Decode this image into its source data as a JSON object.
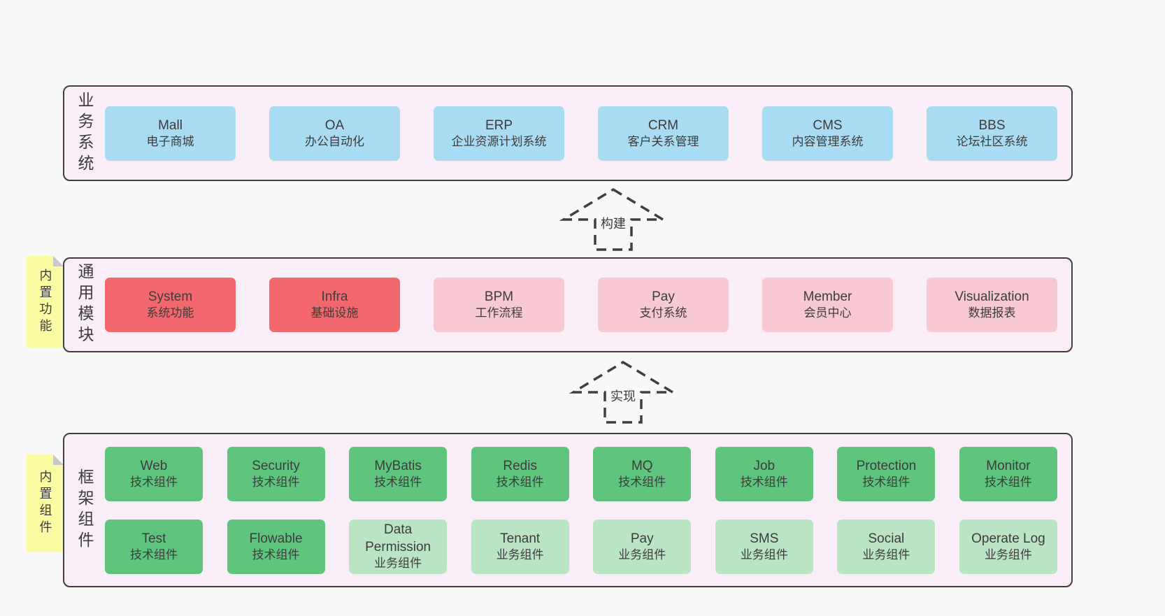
{
  "colors": {
    "page_bg": "#f8f8f8",
    "band_bg": "#f9eef7",
    "band_border": "#3f3f3f",
    "text": "#3c3c3c",
    "blue": "#a9dcf3",
    "red": "#f2686d",
    "pink": "#f9c9d3",
    "green": "#5fc57c",
    "lightgreen": "#bae5c5",
    "sticky_bg": "#fbfba3",
    "sticky_fold": "#c9c9c9"
  },
  "bands": [
    {
      "label": "业务系统",
      "sticky": null,
      "rows": [
        [
          {
            "title": "Mall",
            "subtitle": "电子商城",
            "color": "blue"
          },
          {
            "title": "OA",
            "subtitle": "办公自动化",
            "color": "blue"
          },
          {
            "title": "ERP",
            "subtitle": "企业资源计划系统",
            "color": "blue"
          },
          {
            "title": "CRM",
            "subtitle": "客户关系管理",
            "color": "blue"
          },
          {
            "title": "CMS",
            "subtitle": "内容管理系统",
            "color": "blue"
          },
          {
            "title": "BBS",
            "subtitle": "论坛社区系统",
            "color": "blue"
          }
        ]
      ]
    },
    {
      "label": "通用模块",
      "sticky": "内置功能",
      "rows": [
        [
          {
            "title": "System",
            "subtitle": "系统功能",
            "color": "red"
          },
          {
            "title": "Infra",
            "subtitle": "基础设施",
            "color": "red"
          },
          {
            "title": "BPM",
            "subtitle": "工作流程",
            "color": "pink"
          },
          {
            "title": "Pay",
            "subtitle": "支付系统",
            "color": "pink"
          },
          {
            "title": "Member",
            "subtitle": "会员中心",
            "color": "pink"
          },
          {
            "title": "Visualization",
            "subtitle": "数据报表",
            "color": "pink"
          }
        ]
      ]
    },
    {
      "label": "框架组件",
      "sticky": "内置组件",
      "rows": [
        [
          {
            "title": "Web",
            "subtitle": "技术组件",
            "color": "green"
          },
          {
            "title": "Security",
            "subtitle": "技术组件",
            "color": "green"
          },
          {
            "title": "MyBatis",
            "subtitle": "技术组件",
            "color": "green"
          },
          {
            "title": "Redis",
            "subtitle": "技术组件",
            "color": "green"
          },
          {
            "title": "MQ",
            "subtitle": "技术组件",
            "color": "green"
          },
          {
            "title": "Job",
            "subtitle": "技术组件",
            "color": "green"
          },
          {
            "title": "Protection",
            "subtitle": "技术组件",
            "color": "green"
          },
          {
            "title": "Monitor",
            "subtitle": "技术组件",
            "color": "green"
          }
        ],
        [
          {
            "title": "Test",
            "subtitle": "技术组件",
            "color": "green"
          },
          {
            "title": "Flowable",
            "subtitle": "技术组件",
            "color": "green"
          },
          {
            "title": "Data Permission",
            "subtitle": "业务组件",
            "color": "lightgreen"
          },
          {
            "title": "Tenant",
            "subtitle": "业务组件",
            "color": "lightgreen"
          },
          {
            "title": "Pay",
            "subtitle": "业务组件",
            "color": "lightgreen"
          },
          {
            "title": "SMS",
            "subtitle": "业务组件",
            "color": "lightgreen"
          },
          {
            "title": "Social",
            "subtitle": "业务组件",
            "color": "lightgreen"
          },
          {
            "title": "Operate Log",
            "subtitle": "业务组件",
            "color": "lightgreen"
          }
        ]
      ]
    }
  ],
  "arrows": [
    {
      "label": "构建"
    },
    {
      "label": "实现"
    }
  ]
}
